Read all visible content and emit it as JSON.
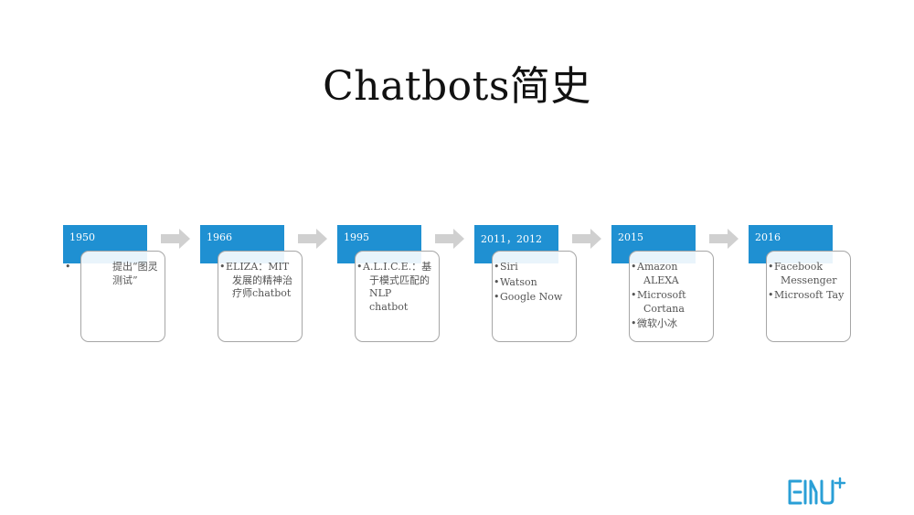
{
  "slide": {
    "title": "Chatbots简史",
    "brand_color": "#1f90d2",
    "arrow_color": "#d0d0d0",
    "timeline": [
      {
        "year": "1950",
        "items": [
          "提出“图灵测试”"
        ],
        "tab_bullet": true
      },
      {
        "year": "1966",
        "items": [
          "ELIZA：MIT发展的精神治疗师chatbot"
        ]
      },
      {
        "year": "1995",
        "items": [
          "A.L.I.C.E.：基于模式匹配的NLP chatbot"
        ]
      },
      {
        "year": "2011，2012",
        "items": [
          "Siri",
          "Watson",
          "Google Now"
        ]
      },
      {
        "year": "2015",
        "items": [
          "Amazon ALEXA",
          "Microsoft Cortana",
          "微软小冰"
        ]
      },
      {
        "year": "2016",
        "items": [
          "Facebook Messenger",
          "Microsoft Tay"
        ]
      }
    ]
  }
}
